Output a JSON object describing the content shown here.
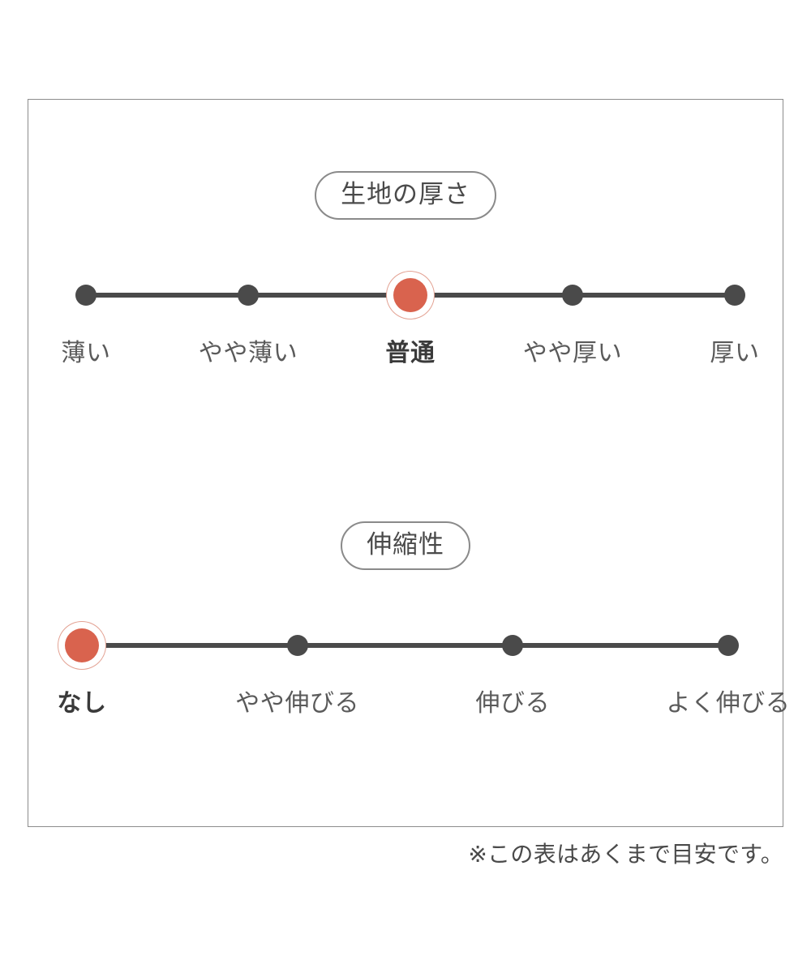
{
  "card": {
    "footnote": "※この表はあくまで目安です。"
  },
  "colors": {
    "selected_dot": "#d9634e",
    "selected_ring": "#e3a293",
    "dot": "#4a4a4a",
    "track": "#4a4a4a",
    "pill_border": "#8a8a8a",
    "card_border": "#8c8c8c",
    "background": "#ffffff"
  },
  "sections": [
    {
      "id": "thickness",
      "heading": "生地の厚さ",
      "selected_index": 2,
      "options": [
        {
          "label": "薄い",
          "selected": false
        },
        {
          "label": "やや薄い",
          "selected": false
        },
        {
          "label": "普通",
          "selected": true
        },
        {
          "label": "やや厚い",
          "selected": false
        },
        {
          "label": "厚い",
          "selected": false
        }
      ]
    },
    {
      "id": "stretch",
      "heading": "伸縮性",
      "selected_index": 0,
      "options": [
        {
          "label": "なし",
          "selected": true
        },
        {
          "label": "やや伸びる",
          "selected": false
        },
        {
          "label": "伸びる",
          "selected": false
        },
        {
          "label": "よく伸びる",
          "selected": false
        }
      ]
    }
  ]
}
